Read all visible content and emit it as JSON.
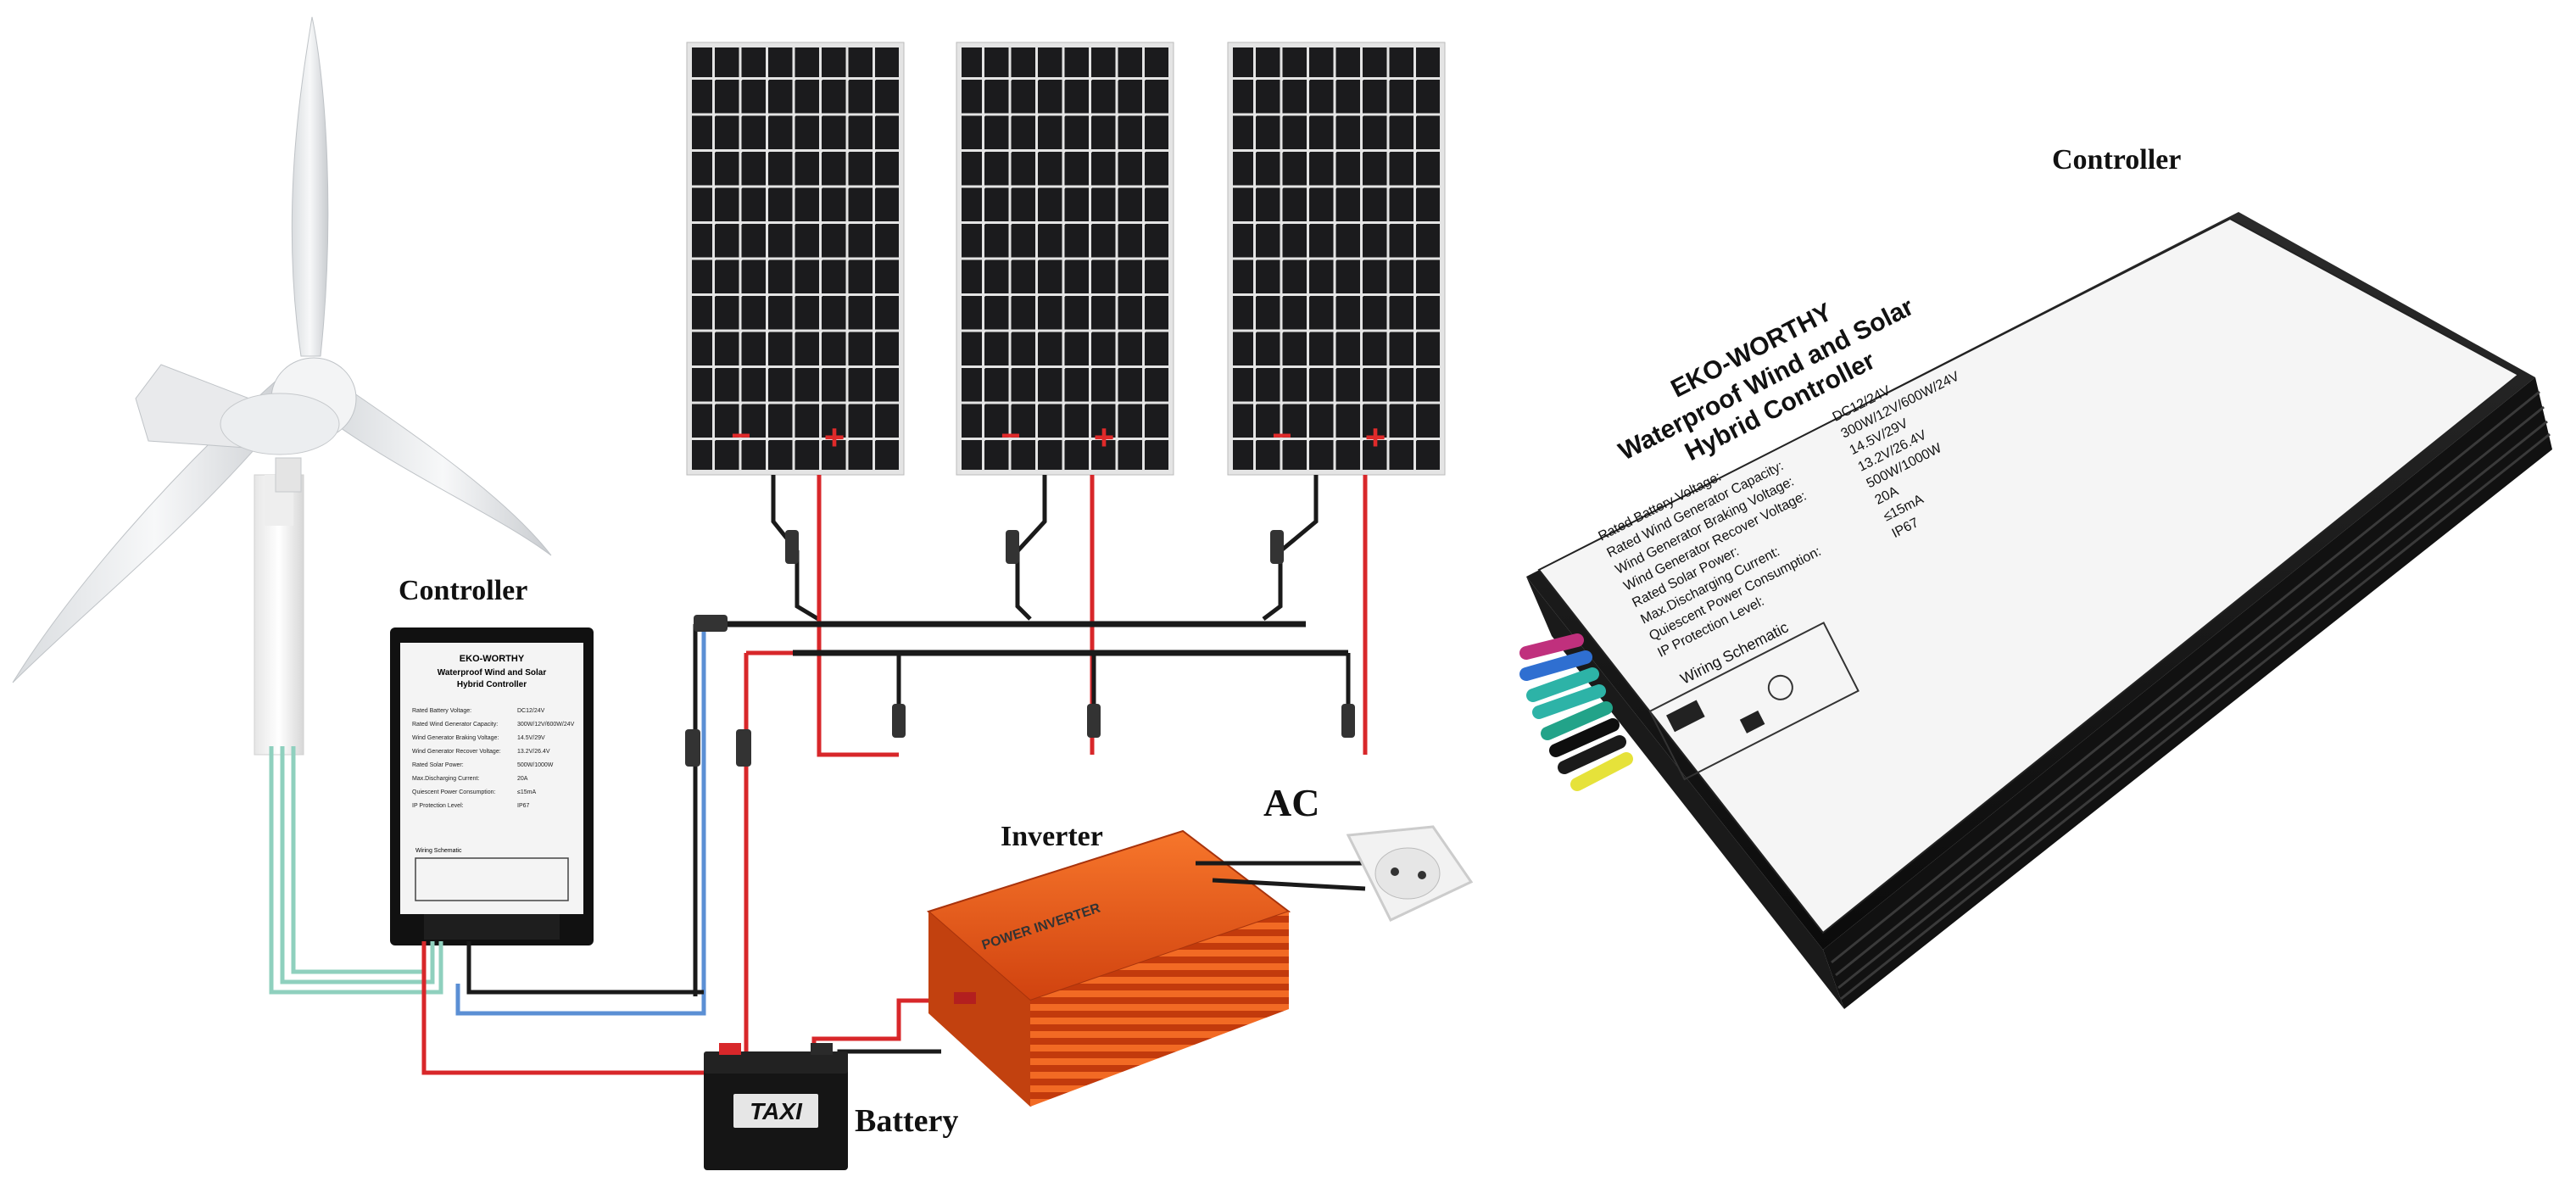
{
  "labels": {
    "controller_left": "Controller",
    "controller_right": "Controller",
    "inverter": "Inverter",
    "ac": "AC",
    "battery": "Battery"
  },
  "solar_panel": {
    "minus": "−",
    "plus": "+"
  },
  "battery_brand": "TAXI",
  "inverter_text": "POWER INVERTER",
  "controller": {
    "brand": "EKO-WORTHY",
    "title_line1": "Waterproof Wind and Solar",
    "title_line2": "Hybrid Controller",
    "specs": [
      {
        "name": "Rated Battery Voltage:",
        "value": "DC12/24V"
      },
      {
        "name": "Rated Wind Generator Capacity:",
        "value": "300W/12V/600W/24V"
      },
      {
        "name": "Wind Generator Braking Voltage:",
        "value": "14.5V/29V"
      },
      {
        "name": "Wind Generator Recover Voltage:",
        "value": "13.2V/26.4V"
      },
      {
        "name": "Rated Solar Power:",
        "value": "500W/1000W"
      },
      {
        "name": "Max.Discharging Current:",
        "value": "20A"
      },
      {
        "name": "Quiescent Power Consumption:",
        "value": "≤15mA"
      },
      {
        "name": "IP Protection Level:",
        "value": "IP67"
      }
    ],
    "wiring": "Wiring Schematic"
  },
  "colors": {
    "wire_red": "#d8272a",
    "wire_black": "#1a1a1a",
    "wire_blue": "#5b8fd4",
    "wire_green": "#8fd0be",
    "inverter_orange": "#e8561c",
    "panel_cell": "#1b1b1d"
  }
}
